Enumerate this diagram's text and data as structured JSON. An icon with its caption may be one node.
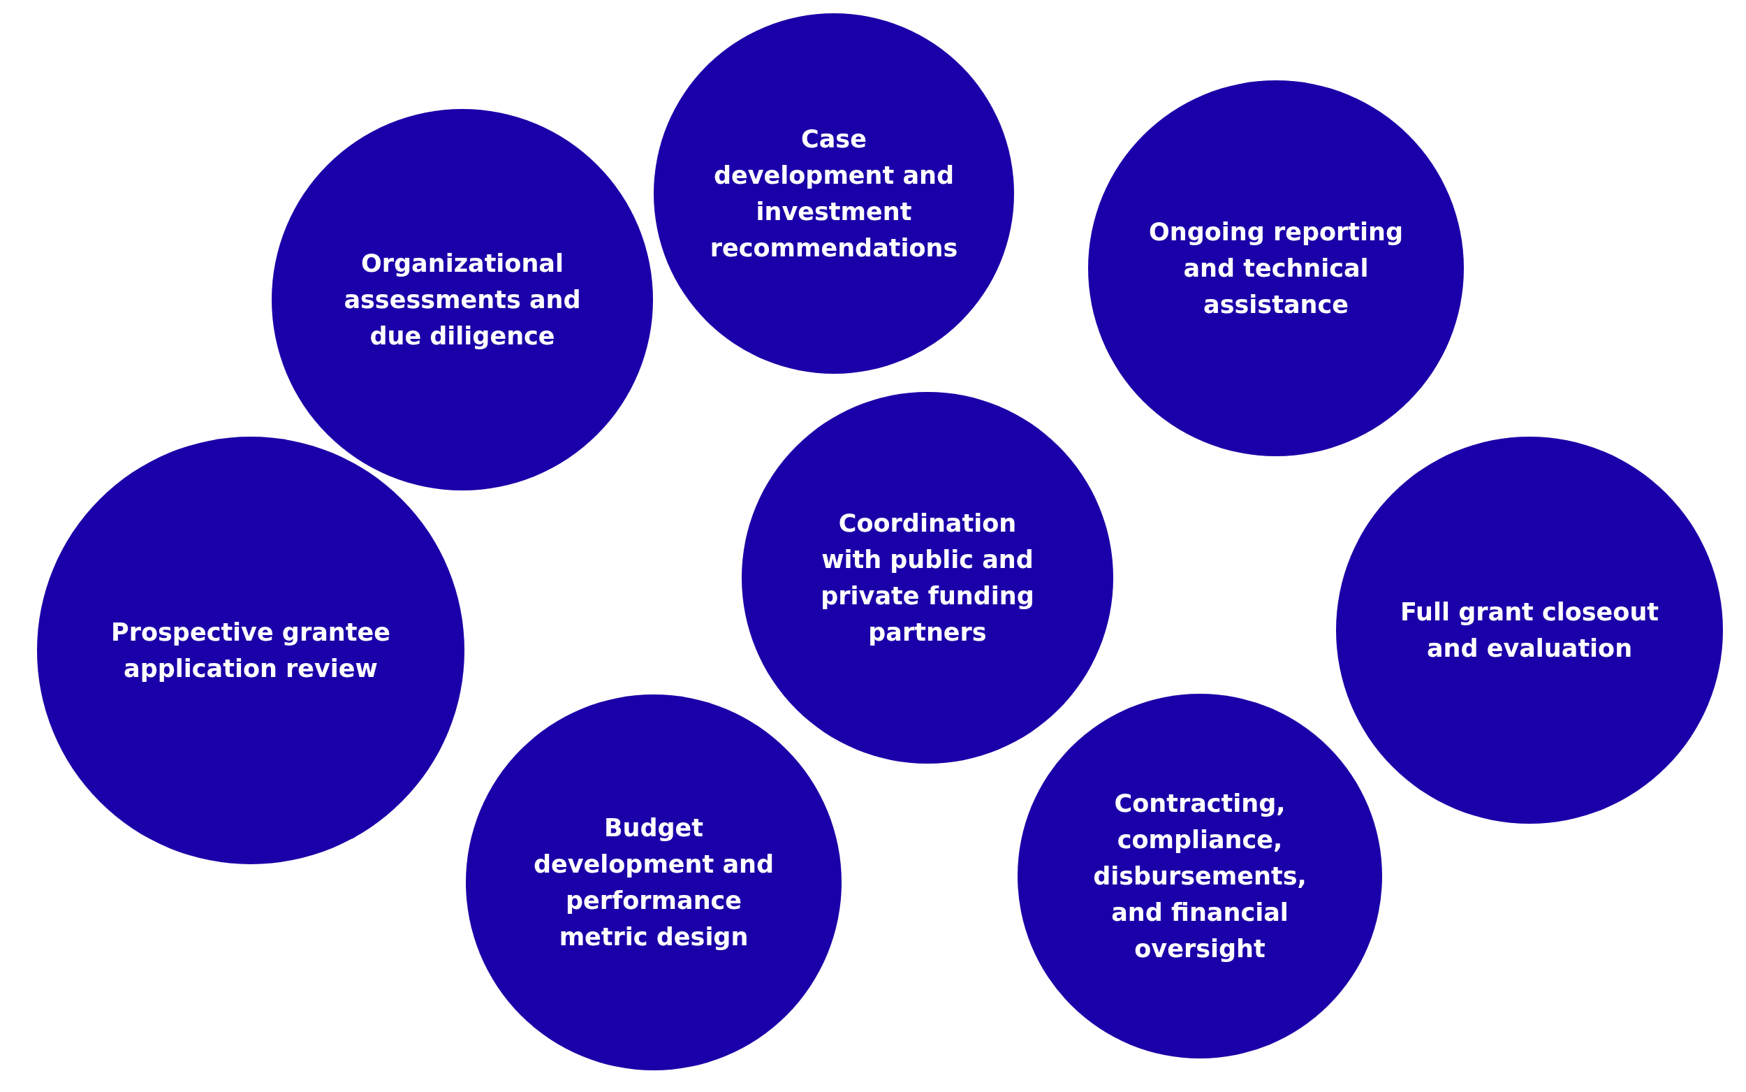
{
  "diagram": {
    "nodes": [
      {
        "text": [
          "Case development and investment recommendations"
        ]
      },
      {
        "text": [
          "Ongoing reporting and technical assistance"
        ]
      },
      {
        "text": [
          "Organizational assessments and due diligence"
        ]
      },
      {
        "text": [
          "Coordination with public and private funding partners"
        ]
      },
      {
        "text": [
          "Prospective grantee application review"
        ]
      },
      {
        "text": [
          "Full grant closeout and evaluation"
        ]
      },
      {
        "text": [
          "Budget development and performance metric design"
        ]
      },
      {
        "text": [
          "Contracting, compliance, disbursements, and financial oversight"
        ]
      }
    ]
  }
}
